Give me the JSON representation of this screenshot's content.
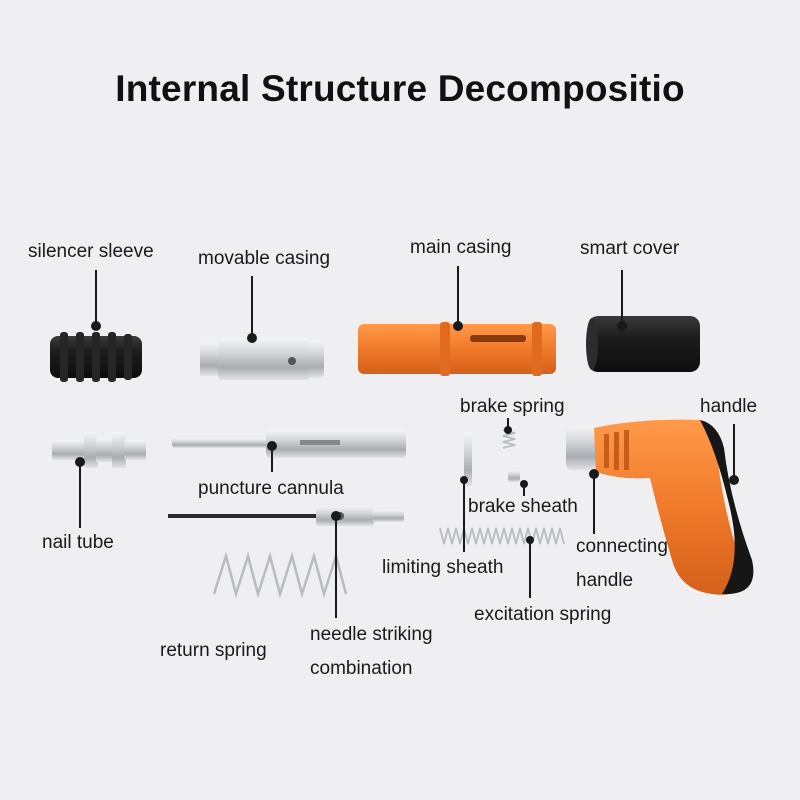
{
  "title": "Internal Structure Decompositio",
  "labels": {
    "silencer_sleeve": "silencer sleeve",
    "movable_casing": "movable casing",
    "main_casing": "main casing",
    "smart_cover": "smart cover",
    "brake_spring": "brake spring",
    "handle": "handle",
    "puncture_cannula": "puncture cannula",
    "brake_sheath": "brake sheath",
    "nail_tube": "nail tube",
    "connecting_handle_line1": "connecting",
    "connecting_handle_line2": "handle",
    "limiting_sheath": "limiting sheath",
    "excitation_spring": "excitation spring",
    "return_spring": "return spring",
    "needle_striking_line1": "needle striking",
    "needle_striking_line2": "combination"
  },
  "colors": {
    "background": "#efeff1",
    "accent_orange": "#f07a2a",
    "rubber_black": "#1c1c1c",
    "metal": "#c9cbce",
    "leader_line": "#1a1a1a"
  }
}
